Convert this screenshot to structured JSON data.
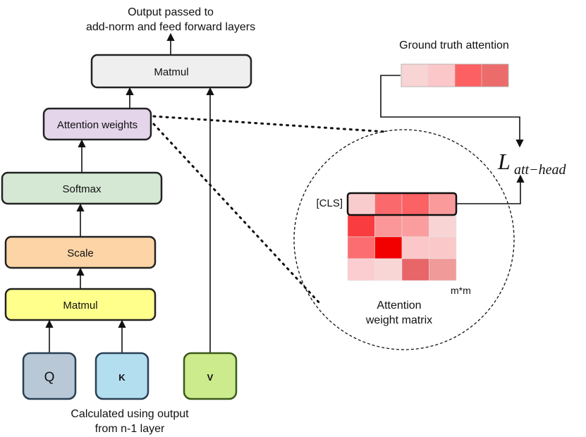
{
  "title_top": {
    "line1": "Output passed to",
    "line2": "add-norm and feed forward layers"
  },
  "blocks": {
    "matmul_top": "Matmul",
    "attention_weights": "Attention weights",
    "softmax": "Softmax",
    "scale": "Scale",
    "matmul_bottom": "Matmul"
  },
  "inputs": {
    "q": "Q",
    "k": "K",
    "v": "V"
  },
  "caption_bottom": {
    "line1": "Calculated using output",
    "line2": "from n-1 layer"
  },
  "ground_truth": {
    "label": "Ground truth attention",
    "cell_colors": [
      "#f8d4d4",
      "#fbc7c9",
      "#fc6063",
      "#ec6c6c"
    ]
  },
  "loss": {
    "symbol": "L",
    "subscript": "att−head"
  },
  "matrix": {
    "cls_label": "[CLS]",
    "size_label": "m*m",
    "caption_line1": "Attention",
    "caption_line2": "weight matrix",
    "cells": [
      [
        "#f8cccd",
        "#fa6a6c",
        "#fa6264",
        "#fb9a9b"
      ],
      [
        "#f93c3f",
        "#fb9799",
        "#fb9d9e",
        "#f9d4d5"
      ],
      [
        "#fb6d70",
        "#f20000",
        "#fbc7c8",
        "#fbc8ca"
      ],
      [
        "#fbcdd0",
        "#f8d6d6",
        "#e86568",
        "#f19a9a"
      ]
    ]
  },
  "colors": {
    "matmul_top_fill": "#efefef",
    "attention_fill": "#e4d5ea",
    "softmax_fill": "#d5e8d4",
    "scale_fill": "#fcd4a6",
    "matmul_bottom_fill": "#ffff8c",
    "q_fill": "#b8c8d6",
    "k_fill": "#b3def0",
    "v_fill": "#cceb8c"
  }
}
